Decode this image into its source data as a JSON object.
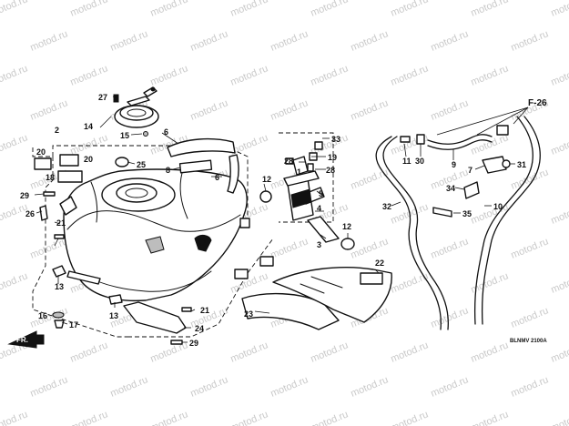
{
  "watermark": {
    "text": "motod.ru"
  },
  "reference_label": "F-26",
  "front_label": "FR.",
  "diagram_code": "BLNMV 2100A",
  "callouts": {
    "c1": "1",
    "c2": "2",
    "c3": "3",
    "c4": "4",
    "c5": "5",
    "c6": "6",
    "c7": "7",
    "c8": "8",
    "c9": "9",
    "c10": "10",
    "c11": "11",
    "c12a": "12",
    "c12b": "12",
    "c13a": "13",
    "c13b": "13",
    "c14": "14",
    "c15": "15",
    "c16": "16",
    "c17": "17",
    "c18": "18",
    "c19": "19",
    "c20a": "20",
    "c20b": "20",
    "c21a": "21",
    "c21b": "21",
    "c22": "22",
    "c23": "23",
    "c24": "24",
    "c25": "25",
    "c26": "26",
    "c27": "27",
    "c28a": "28",
    "c28b": "28",
    "c29a": "29",
    "c29b": "29",
    "c30": "30",
    "c31": "31",
    "c32": "32",
    "c33": "33",
    "c34": "34",
    "c35": "35"
  },
  "colors": {
    "line": "#111111",
    "watermark": "#c9c9c9",
    "background": "#ffffff"
  }
}
